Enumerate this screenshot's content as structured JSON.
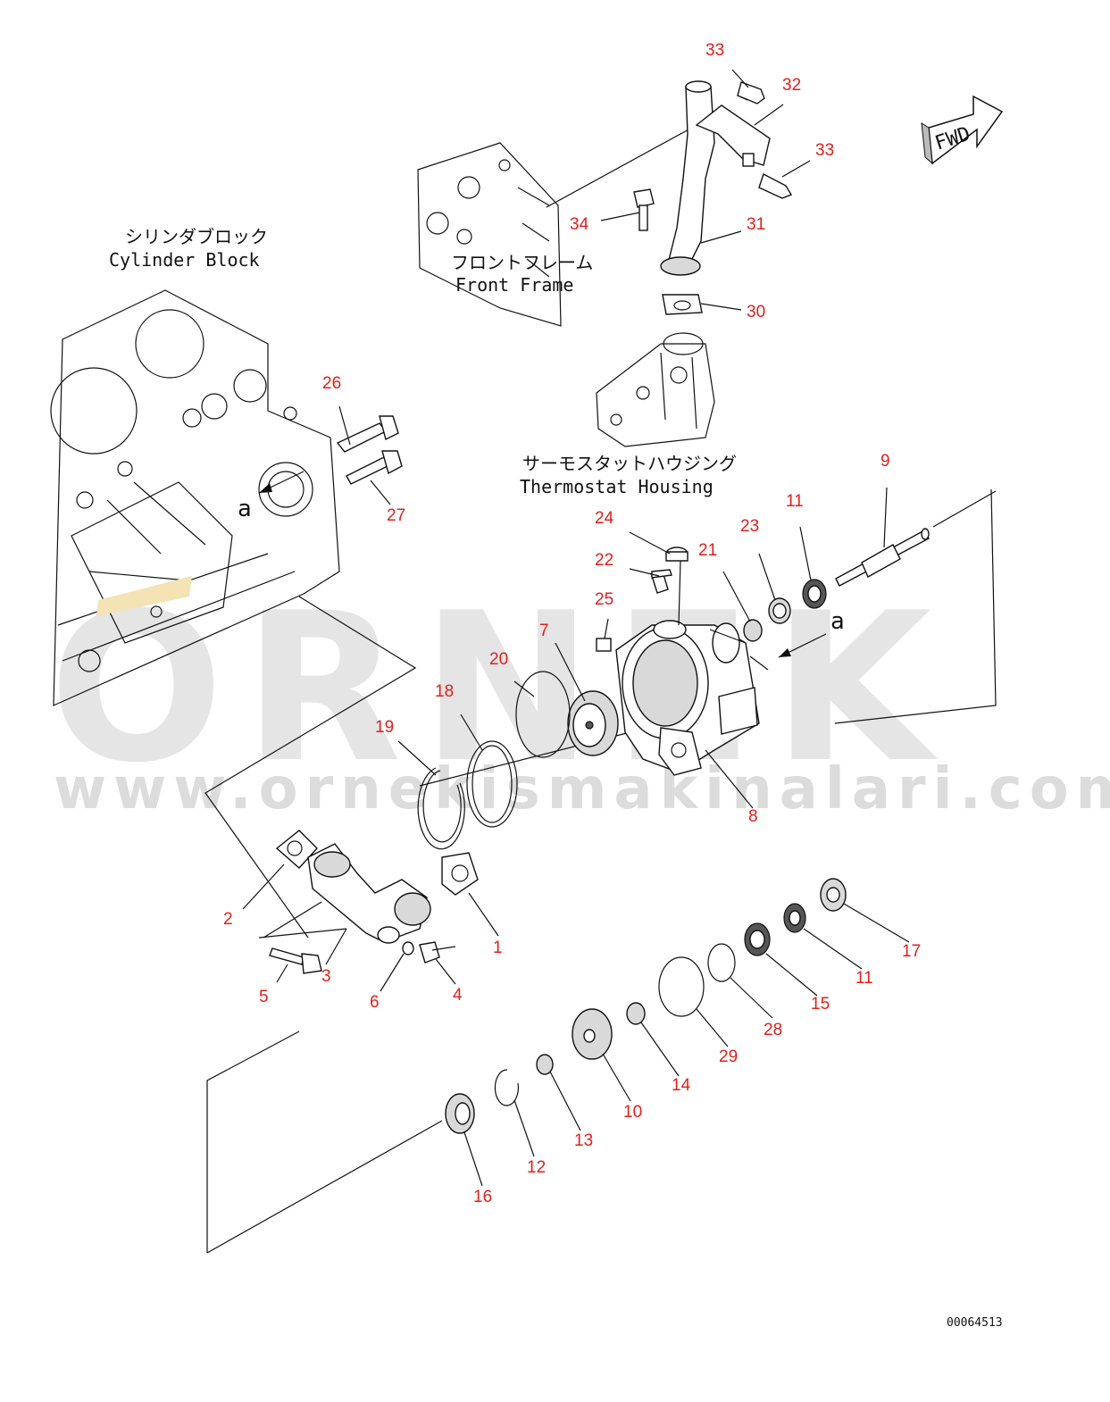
{
  "labels": {
    "cylinder_block_jp": "シリンダブロック",
    "cylinder_block_en": "Cylinder Block",
    "front_frame_jp": "フロントフレーム",
    "front_frame_en": "Front Frame",
    "thermostat_jp": "サーモスタットハウジング",
    "thermostat_en": "Thermostat Housing",
    "ref_a": "a",
    "fwd": "FWD",
    "drawing_number": "00064513"
  },
  "watermark": {
    "brand": "ORNEK",
    "url": "www.ornekismakinalari.com.tr"
  },
  "callouts": [
    "1",
    "2",
    "3",
    "4",
    "5",
    "6",
    "7",
    "8",
    "9",
    "10",
    "11",
    "12",
    "13",
    "14",
    "15",
    "16",
    "17",
    "18",
    "19",
    "20",
    "21",
    "22",
    "23",
    "24",
    "25",
    "26",
    "27",
    "28",
    "29",
    "30",
    "31",
    "32",
    "33",
    "34"
  ],
  "callouts_repeat": [
    "11",
    "33"
  ],
  "colors": {
    "callout": "#e0201c",
    "ink": "#111111",
    "watermark": "#e5e5e5"
  }
}
